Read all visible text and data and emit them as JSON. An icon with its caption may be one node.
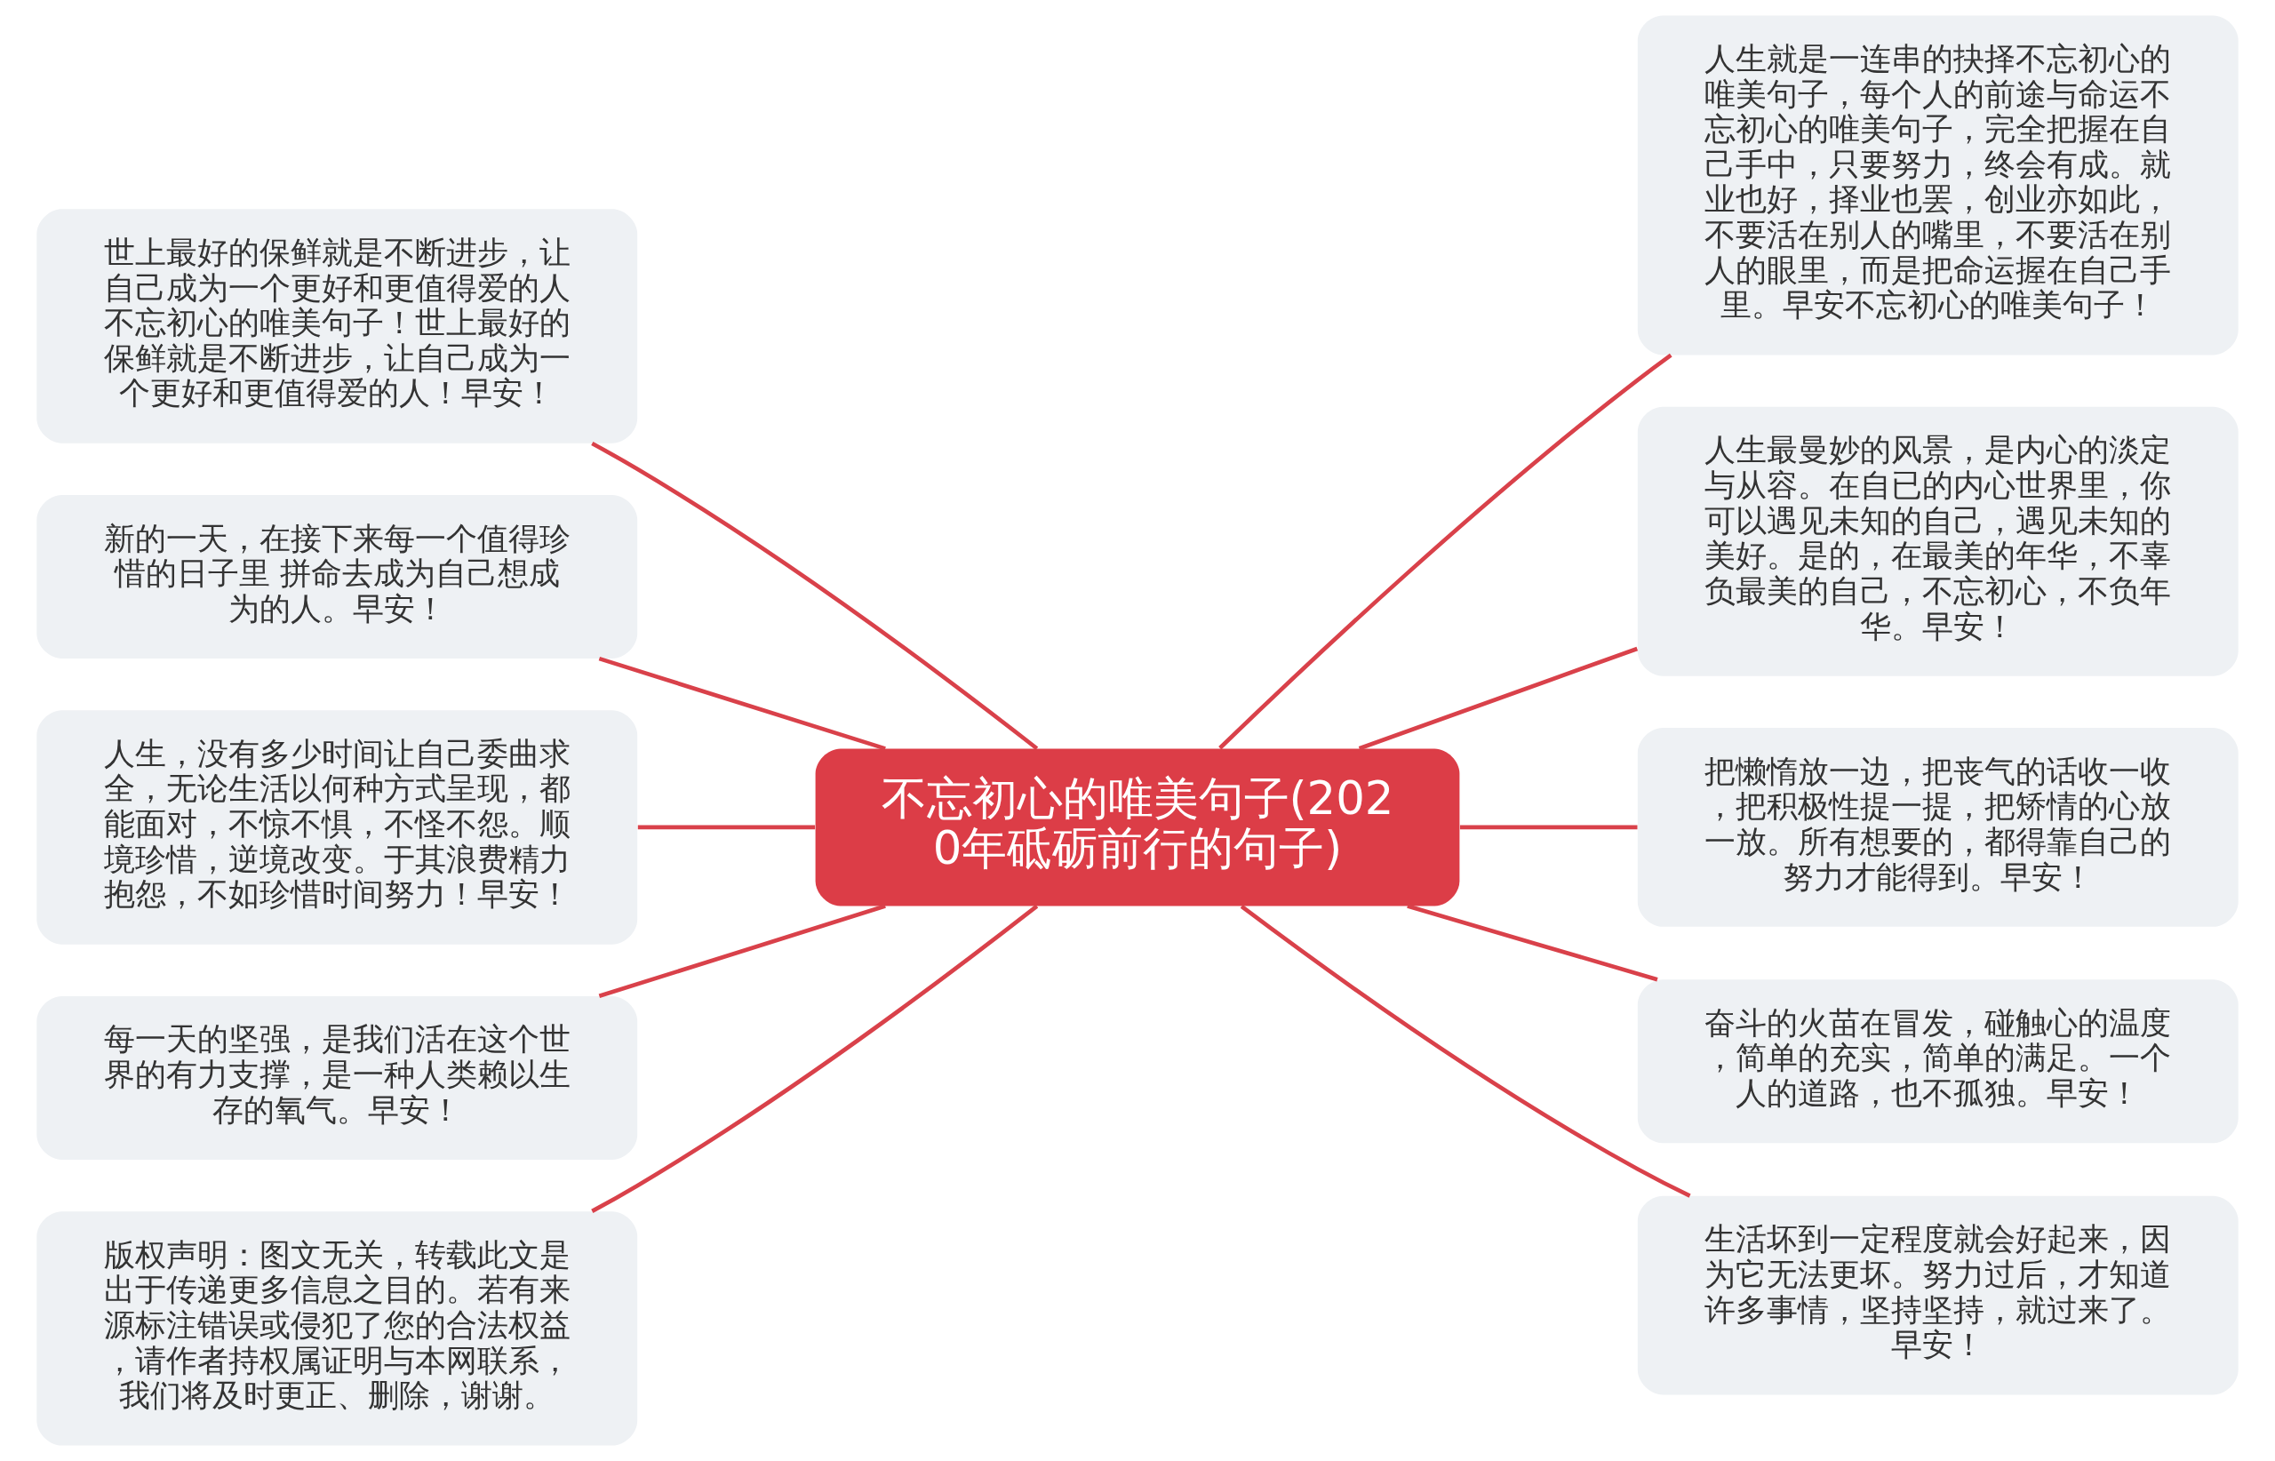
{
  "diagram": {
    "nodes": [
      {
        "text": [
          "不忘初心的唯美句子(2020年砥砺前行的句子)"
        ]
      },
      {
        "text": [
          "世上最好的保鲜就是不断进步，让自己成为一个更好和更值得爱的人不忘初心的唯美句子！世上最好的保鲜就是不断进步，让自己成为一个更好和更值得爱的人！早安！"
        ]
      },
      {
        "text": [
          "新的一天，在接下来每一个值得珍惜的日子里 拼命去成为自己想成为的人。早安！"
        ]
      },
      {
        "text": [
          "人生，没有多少时间让自己委曲求全，无论生活以何种方式呈现，都能面对，不惊不惧，不怪不怨。顺境珍惜，逆境改变。于其浪费精力抱怨，不如珍惜时间努力！早安！"
        ]
      },
      {
        "text": [
          "每一天的坚强，是我们活在这个世界的有力支撑，是一种人类赖以生存的氧气。早安！"
        ]
      },
      {
        "text": [
          "版权声明：图文无关，转载此文是出于传递更多信息之目的。若有来源标注错误或侵犯了您的合法权益，请作者持权属证明与本网联系，我们将及时更正、删除，谢谢。"
        ]
      },
      {
        "text": [
          "人生就是一连串的抉择不忘初心的唯美句子，每个人的前途与命运不忘初心的唯美句子，完全把握在自己手中，只要努力，终会有成。就业也好，择业也罢，创业亦如此，不要活在别人的嘴里，不要活在别人的眼里，而是把命运握在自己手里。早安不忘初心的唯美句子！"
        ]
      },
      {
        "text": [
          "人生最曼妙的风景，是内心的淡定与从容。在自已的内心世界里，你可以遇见未知的自己，遇见未知的美好。是的，在最美的年华，不辜负最美的自己，不忘初心，不负年华。早安！"
        ]
      },
      {
        "text": [
          "把懒惰放一边，把丧气的话收一收，把积极性提一提，把矫情的心放一放。所有想要的，都得靠自己的努力才能得到。早安！"
        ]
      },
      {
        "text": [
          "奋斗的火苗在冒发，碰触心的温度，简单的充实，简单的满足。一个人的道路，也不孤独。早安！"
        ]
      },
      {
        "text": [
          "生活坏到一定程度就会好起来，因为它无法更坏。努力过后，才知道许多事情，坚持坚持，就过来了。早安！"
        ]
      }
    ],
    "edges": [
      {
        "from": 0,
        "to": 1,
        "arrow": "none"
      },
      {
        "from": 0,
        "to": 2,
        "arrow": "none"
      },
      {
        "from": 0,
        "to": 3,
        "arrow": "none"
      },
      {
        "from": 0,
        "to": 4,
        "arrow": "none"
      },
      {
        "from": 0,
        "to": 5,
        "arrow": "none"
      },
      {
        "from": 0,
        "to": 6,
        "arrow": "none"
      },
      {
        "from": 0,
        "to": 7,
        "arrow": "none"
      },
      {
        "from": 0,
        "to": 8,
        "arrow": "none"
      },
      {
        "from": 0,
        "to": 9,
        "arrow": "none"
      },
      {
        "from": 0,
        "to": 10,
        "arrow": "none"
      }
    ]
  }
}
